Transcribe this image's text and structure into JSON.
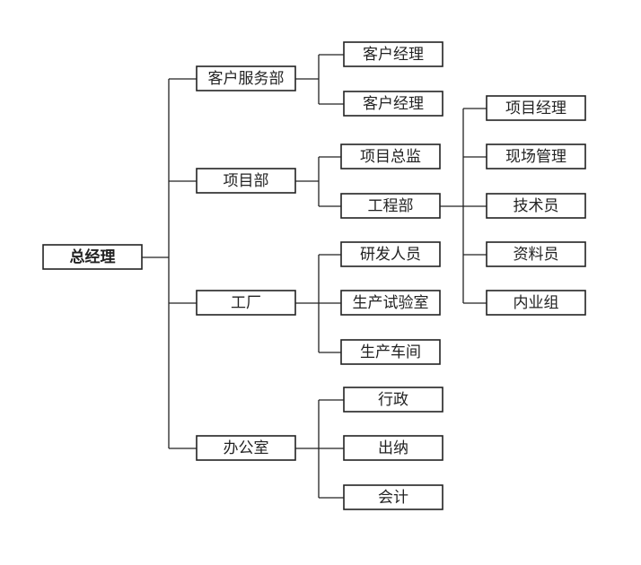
{
  "org": {
    "root": "总经理",
    "departments": {
      "customer_service": {
        "label": "客户服务部",
        "children": [
          "客户经理",
          "客户经理"
        ]
      },
      "project": {
        "label": "项目部",
        "children": [
          "项目总监",
          "工程部"
        ]
      },
      "engineering": {
        "label": "工程部",
        "children": [
          "项目经理",
          "现场管理",
          "技术员",
          "资料员",
          "内业组"
        ]
      },
      "factory": {
        "label": "工厂",
        "children": [
          "研发人员",
          "生产试验室",
          "生产车间"
        ]
      },
      "office": {
        "label": "办公室",
        "children": [
          "行政",
          "出纳",
          "会计"
        ]
      }
    }
  }
}
